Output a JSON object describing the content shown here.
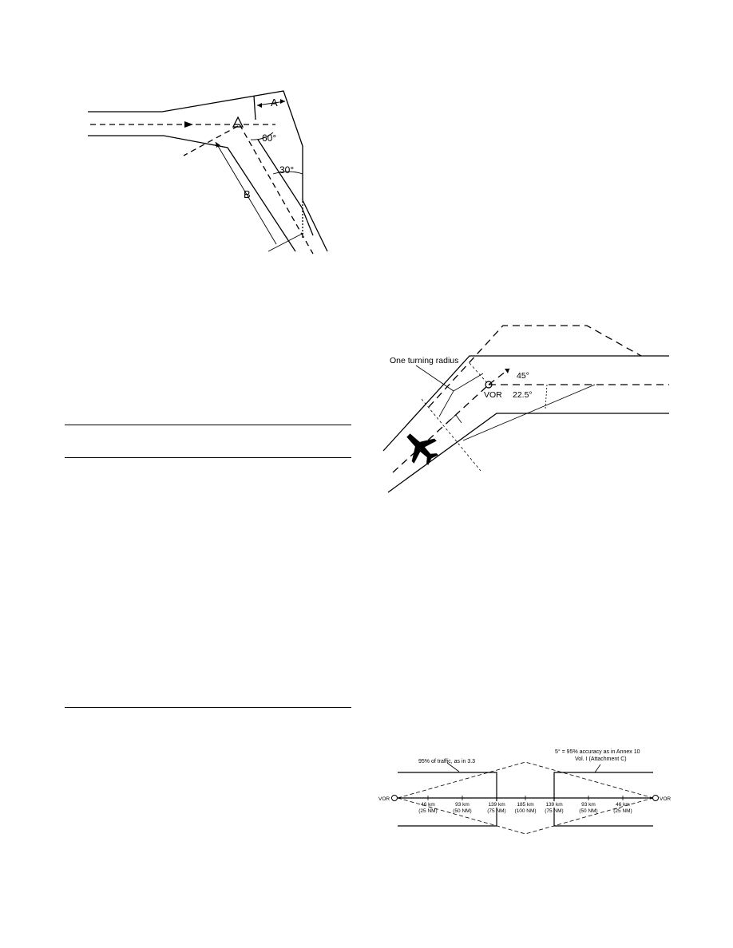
{
  "figure1": {
    "label_a": "A",
    "label_b": "B",
    "angle_60": "60°",
    "angle_30": "30°"
  },
  "figure2": {
    "turning_radius_label": "One turning radius",
    "vor_label": "VOR",
    "angle_45": "45°",
    "angle_22_5": "22.5°"
  },
  "figure3": {
    "traffic_note": "95% of traffic, as in 3.3",
    "accuracy_note_line1": "5° = 95% accuracy as in Annex 10",
    "accuracy_note_line2": "Vol. I (Attachment C)",
    "vor_left": "VOR",
    "vor_right": "VOR",
    "distances_km": [
      "46 km",
      "93 km",
      "139 km",
      "185 km",
      "139 km",
      "93 km",
      "46 km"
    ],
    "distances_nm": [
      "(25 NM)",
      "(50 NM)",
      "(75 NM)",
      "(100 NM)",
      "(75 NM)",
      "(50 NM)",
      "(25 NM)"
    ]
  }
}
